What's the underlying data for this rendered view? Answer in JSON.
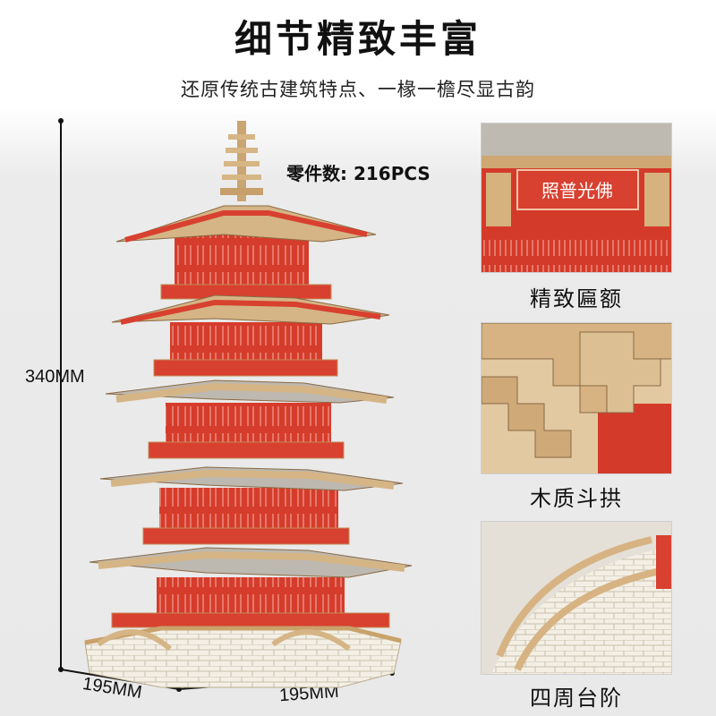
{
  "header": {
    "title": "细节精致丰富",
    "subtitle": "还原传统古建筑特点、一椽一檐尽显古韵"
  },
  "product": {
    "parts_count": "零件数: 216PCS",
    "height": "340MM",
    "width_left": "195MM",
    "width_right": "195MM"
  },
  "details": [
    {
      "caption": "精致匾额",
      "plaque_text": "照普光佛"
    },
    {
      "caption": "木质斗拱"
    },
    {
      "caption": "四周台阶"
    }
  ],
  "colors": {
    "wood": "#d9b98a",
    "red": "#d8402f",
    "roof": "#b9b6b0",
    "brick": "#f2eee4"
  }
}
